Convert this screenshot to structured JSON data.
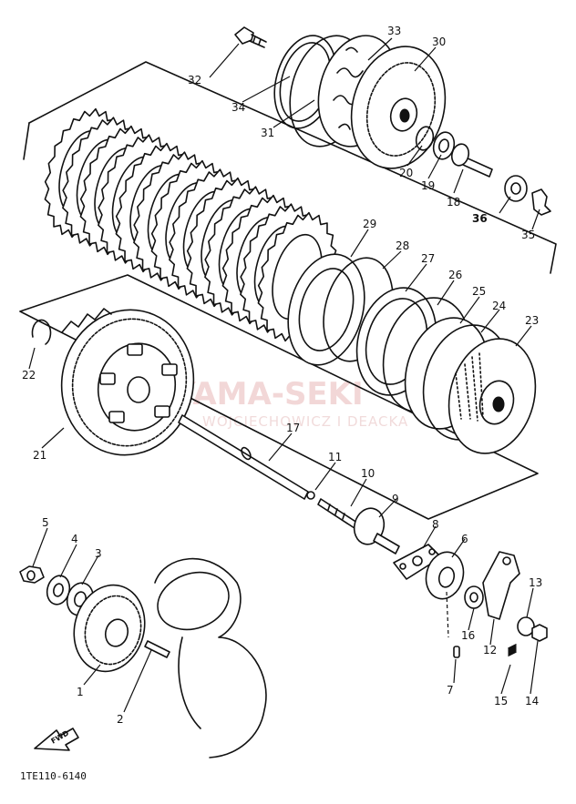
{
  "diagram": {
    "drawing_code": "1TE110-6140",
    "fwd_label": "FWD",
    "watermark": {
      "brand": "YAMA-SEKI",
      "subtitle": "WOJCIECHOWICZ I DEACKA"
    },
    "parts": [
      {
        "id": "p1",
        "label": "1"
      },
      {
        "id": "p2",
        "label": "2"
      },
      {
        "id": "p3",
        "label": "3"
      },
      {
        "id": "p4",
        "label": "4"
      },
      {
        "id": "p5",
        "label": "5"
      },
      {
        "id": "p6",
        "label": "6"
      },
      {
        "id": "p7",
        "label": "7"
      },
      {
        "id": "p8",
        "label": "8"
      },
      {
        "id": "p9",
        "label": "9"
      },
      {
        "id": "p10",
        "label": "10"
      },
      {
        "id": "p11",
        "label": "11"
      },
      {
        "id": "p12",
        "label": "12"
      },
      {
        "id": "p13",
        "label": "13"
      },
      {
        "id": "p14",
        "label": "14"
      },
      {
        "id": "p15",
        "label": "15"
      },
      {
        "id": "p16",
        "label": "16"
      },
      {
        "id": "p17",
        "label": "17"
      },
      {
        "id": "p18",
        "label": "18"
      },
      {
        "id": "p19",
        "label": "19"
      },
      {
        "id": "p20",
        "label": "20"
      },
      {
        "id": "p21",
        "label": "21"
      },
      {
        "id": "p22",
        "label": "22"
      },
      {
        "id": "p23",
        "label": "23"
      },
      {
        "id": "p24",
        "label": "24"
      },
      {
        "id": "p25",
        "label": "25"
      },
      {
        "id": "p26",
        "label": "26"
      },
      {
        "id": "p27",
        "label": "27"
      },
      {
        "id": "p28",
        "label": "28"
      },
      {
        "id": "p29",
        "label": "29"
      },
      {
        "id": "p30",
        "label": "30"
      },
      {
        "id": "p31",
        "label": "31"
      },
      {
        "id": "p32",
        "label": "32"
      },
      {
        "id": "p33",
        "label": "33"
      },
      {
        "id": "p34",
        "label": "34"
      },
      {
        "id": "p35",
        "label": "35"
      },
      {
        "id": "p36",
        "label": "36"
      }
    ]
  }
}
